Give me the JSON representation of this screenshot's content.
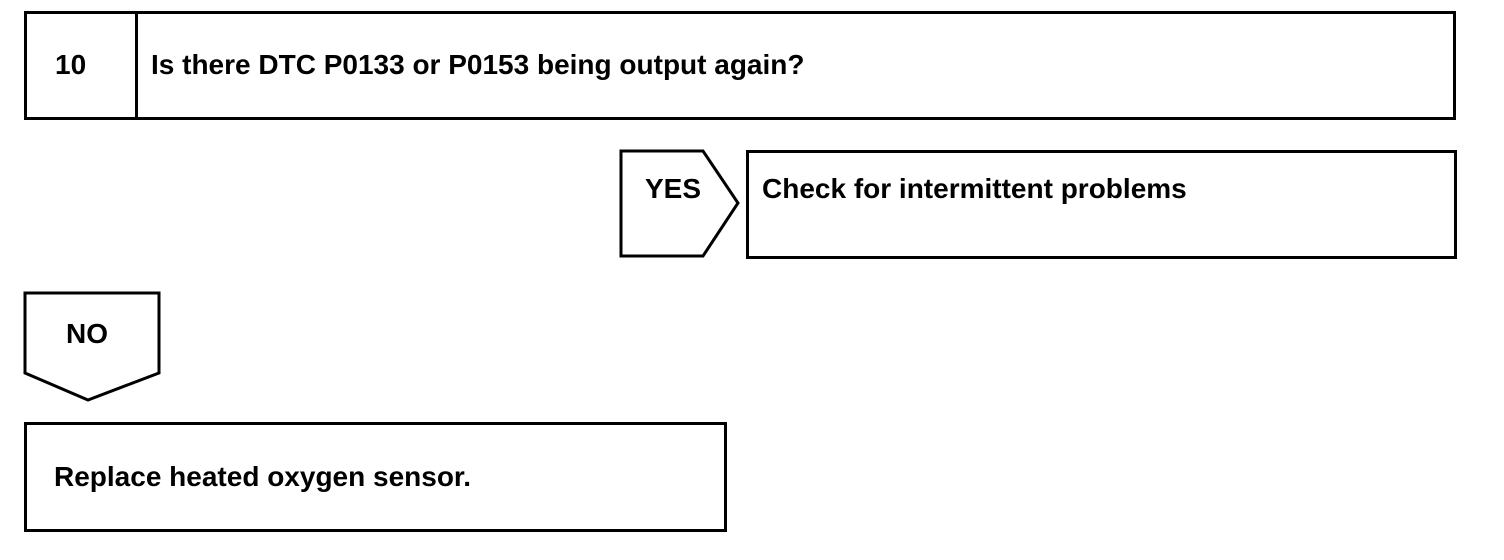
{
  "step": {
    "number": "10",
    "question": "Is there DTC P0133 or P0153 being output again?"
  },
  "yes_branch": {
    "label": "YES",
    "result": "Check for intermittent problems"
  },
  "no_branch": {
    "label": "NO",
    "result": "Replace heated oxygen sensor."
  }
}
